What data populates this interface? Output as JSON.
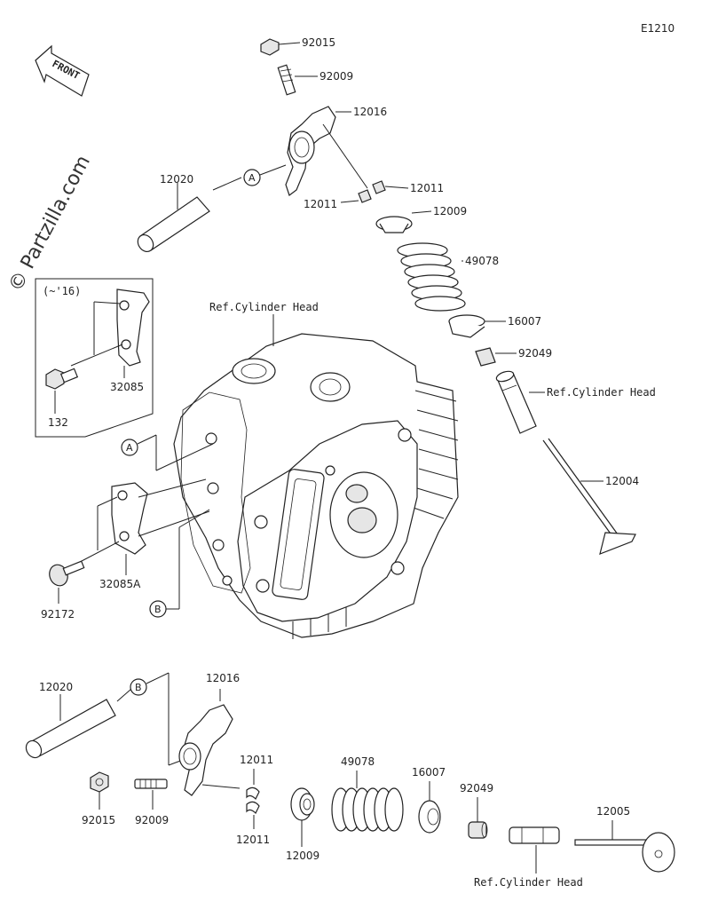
{
  "diagram_code": "E1210",
  "watermark": "© Partzilla.com",
  "front_label": "FRONT",
  "inset_note": "(~'16)",
  "ref_labels": {
    "cylinder_head_main": "Ref.Cylinder Head",
    "cylinder_head_guide": "Ref.Cylinder Head",
    "cylinder_head_bottom": "Ref.Cylinder Head"
  },
  "callouts": {
    "a": "A",
    "b": "B"
  },
  "parts": {
    "p92015_top": "92015",
    "p92009_top": "92009",
    "p12016_top": "12016",
    "p12020_top": "12020",
    "p12011_top_r": "12011",
    "p12011_top_l": "12011",
    "p12009_top": "12009",
    "p49078_top": "49078",
    "p16007_top": "16007",
    "p92049_top": "92049",
    "p12004": "12004",
    "p32085": "32085",
    "p132": "132",
    "p32085a": "32085A",
    "p92172": "92172",
    "p12020_bot": "12020",
    "p12016_bot": "12016",
    "p12011_bot_t": "12011",
    "p12011_bot_b": "12011",
    "p49078_bot": "49078",
    "p16007_bot": "16007",
    "p92049_bot": "92049",
    "p12005": "12005",
    "p92015_bot": "92015",
    "p92009_bot": "92009",
    "p12009_bot": "12009"
  }
}
